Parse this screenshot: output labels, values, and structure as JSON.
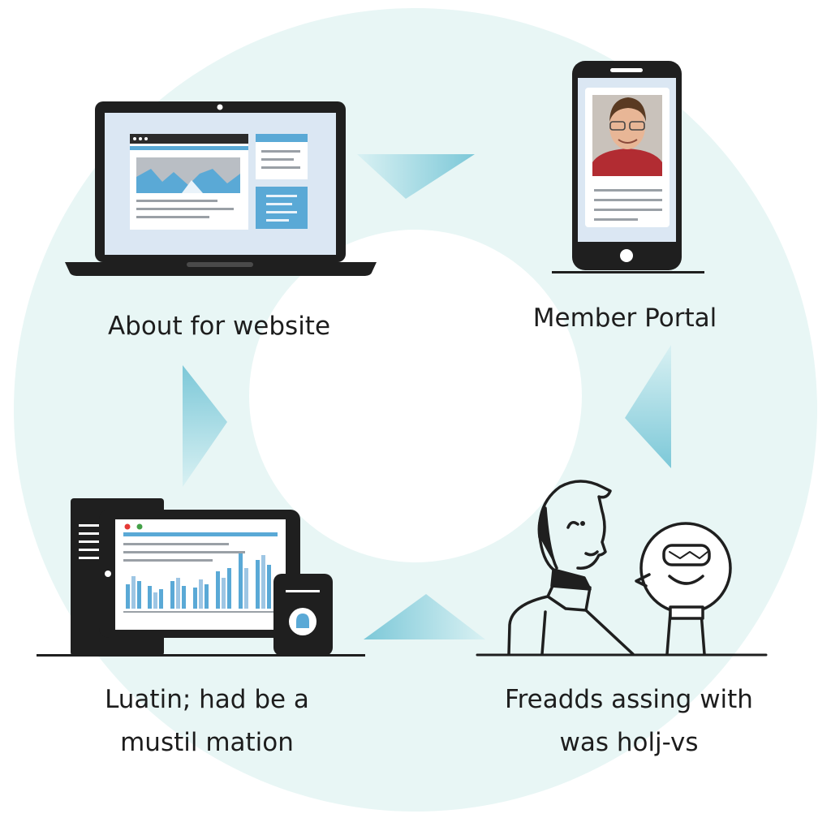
{
  "labels": {
    "top_left": "About for website",
    "top_right": "Member Portal",
    "bottom_left": [
      "Luatin; had be a",
      "mustil mation"
    ],
    "bottom_right": [
      "Freadds assing with",
      "was holj-vs"
    ]
  },
  "icons": {
    "top_left": "laptop-website-icon",
    "top_right": "smartphone-profile-icon",
    "bottom_left": "desktop-tablet-analytics-icon",
    "bottom_right": "person-and-robot-icon"
  },
  "colors": {
    "ring": "#e8f6f5",
    "arrow": "#8fd0dc",
    "accent_blue": "#5aa9d6",
    "outline": "#1f1f1f"
  }
}
